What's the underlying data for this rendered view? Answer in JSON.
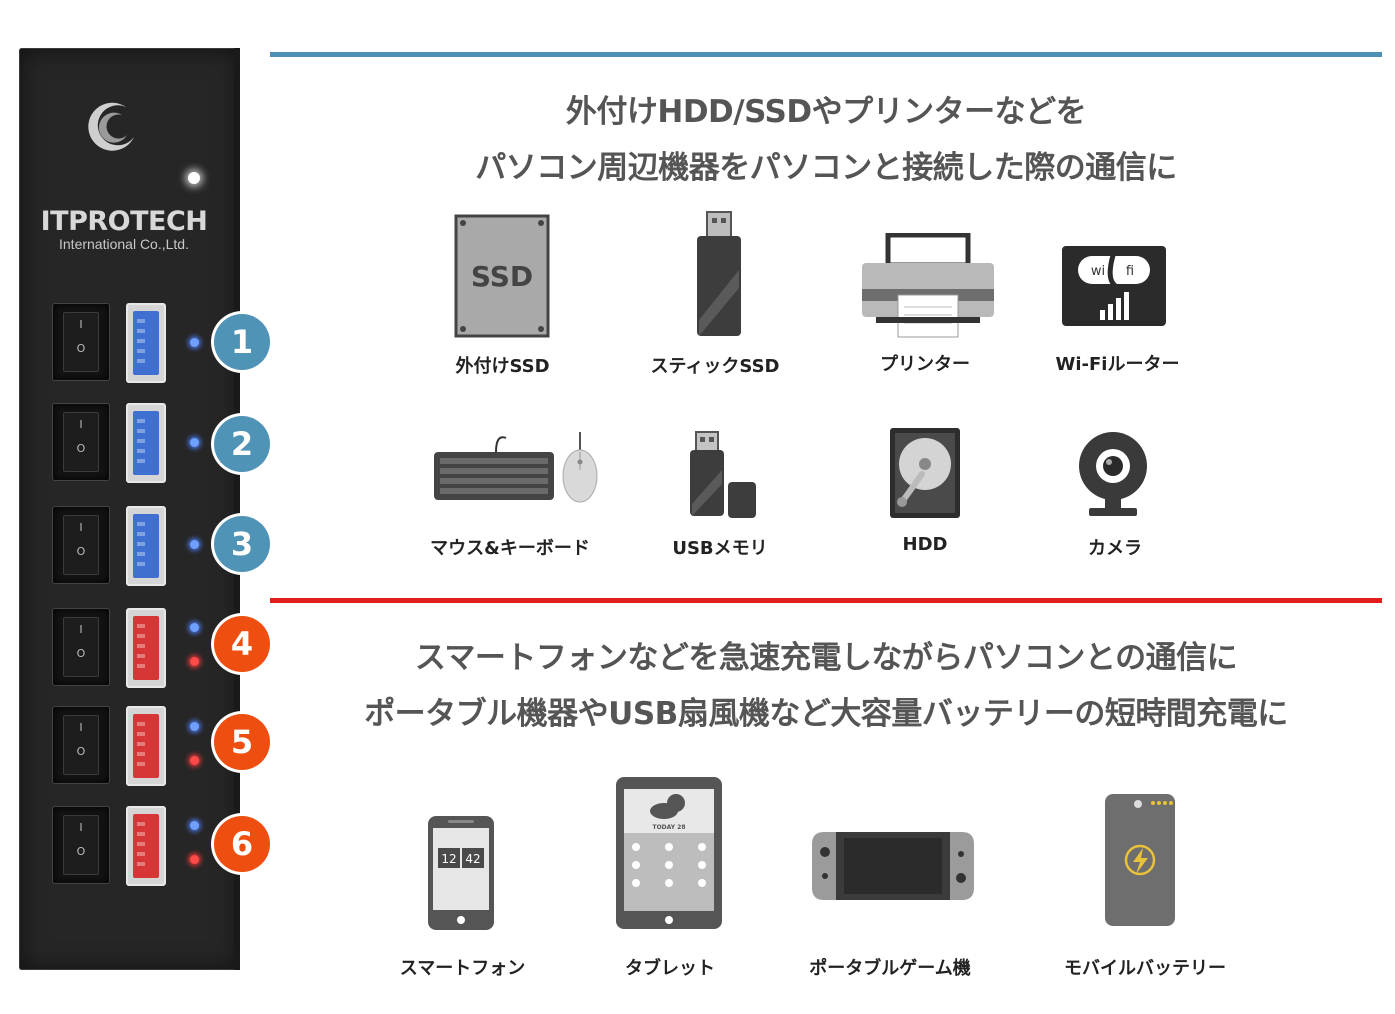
{
  "hub": {
    "brand": "ITPROTECH",
    "brand_sub": "International Co.,Ltd.",
    "switch_on": "I",
    "switch_off": "O",
    "ports": [
      {
        "number": "1",
        "kind": "data"
      },
      {
        "number": "2",
        "kind": "data"
      },
      {
        "number": "3",
        "kind": "data"
      },
      {
        "number": "4",
        "kind": "charge"
      },
      {
        "number": "5",
        "kind": "charge"
      },
      {
        "number": "6",
        "kind": "charge"
      }
    ]
  },
  "data_section": {
    "headline_line1": "外付けHDD/SSDやプリンターなどを",
    "headline_line2": "パソコン周辺機器をパソコンと接続した際の通信に",
    "ssd_icon_text": "SSD",
    "wifi_icon_text_left": "wi",
    "wifi_icon_text_right": "fi",
    "devices": [
      {
        "label": "外付けSSD",
        "icon": "ssd-icon"
      },
      {
        "label": "スティックSSD",
        "icon": "usb-stick-icon"
      },
      {
        "label": "プリンター",
        "icon": "printer-icon"
      },
      {
        "label": "Wi-Fiルーター",
        "icon": "wifi-router-icon"
      },
      {
        "label": "マウス&キーボード",
        "icon": "keyboard-mouse-icon"
      },
      {
        "label": "USBメモリ",
        "icon": "usb-memory-icon"
      },
      {
        "label": "HDD",
        "icon": "hdd-icon"
      },
      {
        "label": "カメラ",
        "icon": "webcam-icon"
      }
    ]
  },
  "charge_section": {
    "headline_line1": "スマートフォンなどを急速充電しながらパソコンとの通信に",
    "headline_line2": "ポータブル機器やUSB扇風機など大容量バッテリーの短時間充電に",
    "phone_clock_h": "12",
    "phone_clock_m": "42",
    "tablet_weather_text": "TODAY 28",
    "devices": [
      {
        "label": "スマートフォン",
        "icon": "smartphone-icon"
      },
      {
        "label": "タブレット",
        "icon": "tablet-icon"
      },
      {
        "label": "ポータブルゲーム機",
        "icon": "game-console-icon"
      },
      {
        "label": "モバイルバッテリー",
        "icon": "mobile-battery-icon"
      }
    ]
  },
  "colors": {
    "blue_rule": "#4f8fb4",
    "red_rule": "#e01e1e",
    "badge_blue": "#4f93b6",
    "badge_orange": "#ee4e10",
    "port_blue": "#3f6fd1",
    "port_red": "#d63636"
  }
}
